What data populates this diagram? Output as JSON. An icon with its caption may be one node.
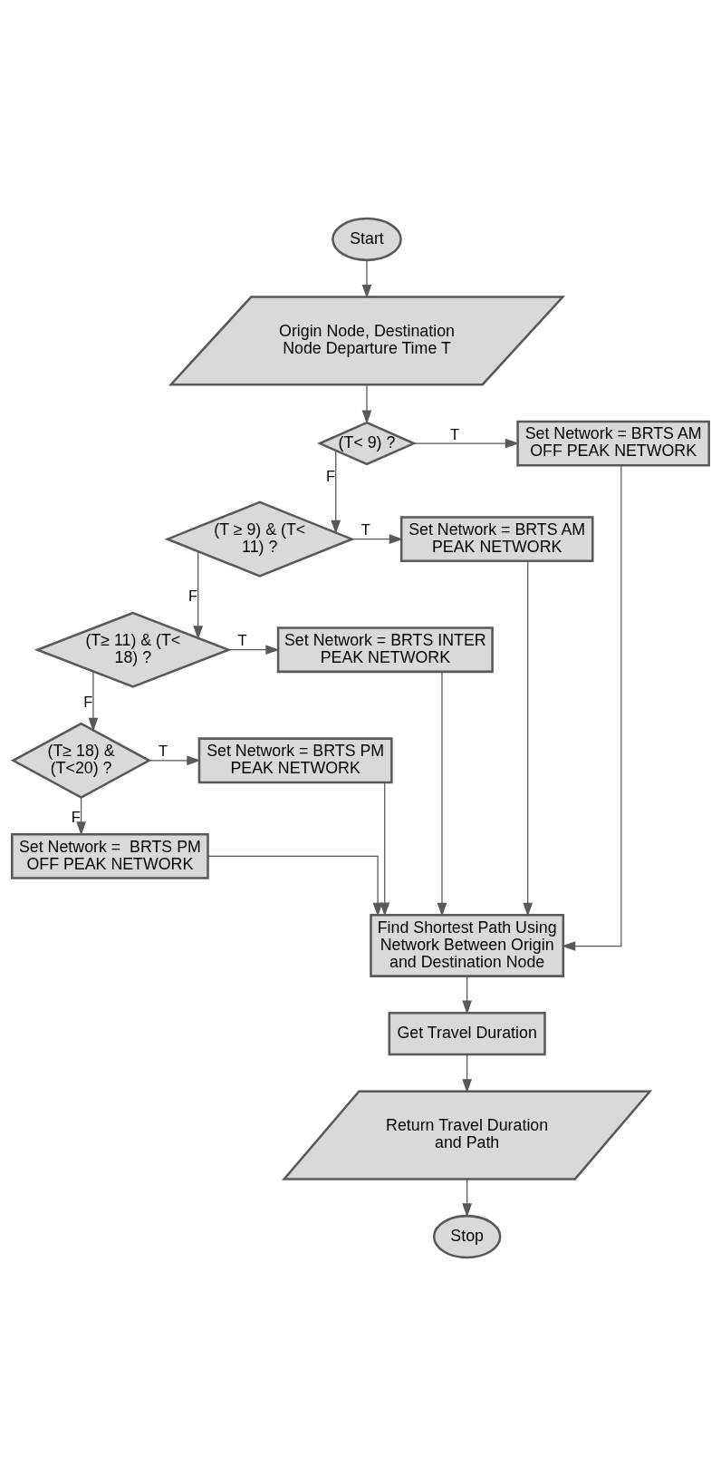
{
  "diagram": {
    "nodes": [
      {
        "text": [
          "Start"
        ]
      },
      {
        "text": [
          "Origin Node, Destination Node Departure Time T"
        ]
      },
      {
        "text": [
          "(T< 9) ?"
        ]
      },
      {
        "text": [
          "Set Network = BRTS AM OFF PEAK NETWORK"
        ]
      },
      {
        "text": [
          "(T ≥ 9) & (T< 11) ?"
        ]
      },
      {
        "text": [
          "Set Network = BRTS AM PEAK NETWORK"
        ]
      },
      {
        "text": [
          "(T≥ 11) & (T< 18) ?"
        ]
      },
      {
        "text": [
          "Set Network = BRTS INTER PEAK NETWORK"
        ]
      },
      {
        "text": [
          "(T≥ 18) & (T<20) ?"
        ]
      },
      {
        "text": [
          "Set Network = BRTS PM PEAK NETWORK"
        ]
      },
      {
        "text": [
          "Set Network =  BRTS PM OFF PEAK NETWORK"
        ]
      },
      {
        "text": [
          "Find Shortest Path Using Network Between Origin and Destination Node"
        ]
      },
      {
        "text": [
          "Get Travel Duration"
        ]
      },
      {
        "text": [
          "Return Travel Duration and Path"
        ]
      },
      {
        "text": [
          "Stop"
        ]
      }
    ],
    "edges": [
      {
        "from": 0,
        "to": 1,
        "arrow": "to"
      },
      {
        "from": 1,
        "to": 2,
        "arrow": "to"
      },
      {
        "from": 2,
        "to": 3,
        "arrow": "to",
        "label": "T"
      },
      {
        "from": 2,
        "to": 4,
        "arrow": "to",
        "label": "F"
      },
      {
        "from": 4,
        "to": 5,
        "arrow": "to",
        "label": "T"
      },
      {
        "from": 4,
        "to": 6,
        "arrow": "to",
        "label": "F"
      },
      {
        "from": 6,
        "to": 7,
        "arrow": "to",
        "label": "T"
      },
      {
        "from": 6,
        "to": 8,
        "arrow": "to",
        "label": "F"
      },
      {
        "from": 8,
        "to": 9,
        "arrow": "to",
        "label": "T"
      },
      {
        "from": 8,
        "to": 10,
        "arrow": "to",
        "label": "F"
      },
      {
        "from": 3,
        "to": 11,
        "arrow": "to"
      },
      {
        "from": 5,
        "to": 11,
        "arrow": "to"
      },
      {
        "from": 7,
        "to": 11,
        "arrow": "to"
      },
      {
        "from": 9,
        "to": 11,
        "arrow": "to"
      },
      {
        "from": 10,
        "to": 11,
        "arrow": "to"
      },
      {
        "from": 11,
        "to": 12,
        "arrow": "to"
      },
      {
        "from": 12,
        "to": 13,
        "arrow": "to"
      },
      {
        "from": 13,
        "to": 14,
        "arrow": "to"
      }
    ]
  }
}
